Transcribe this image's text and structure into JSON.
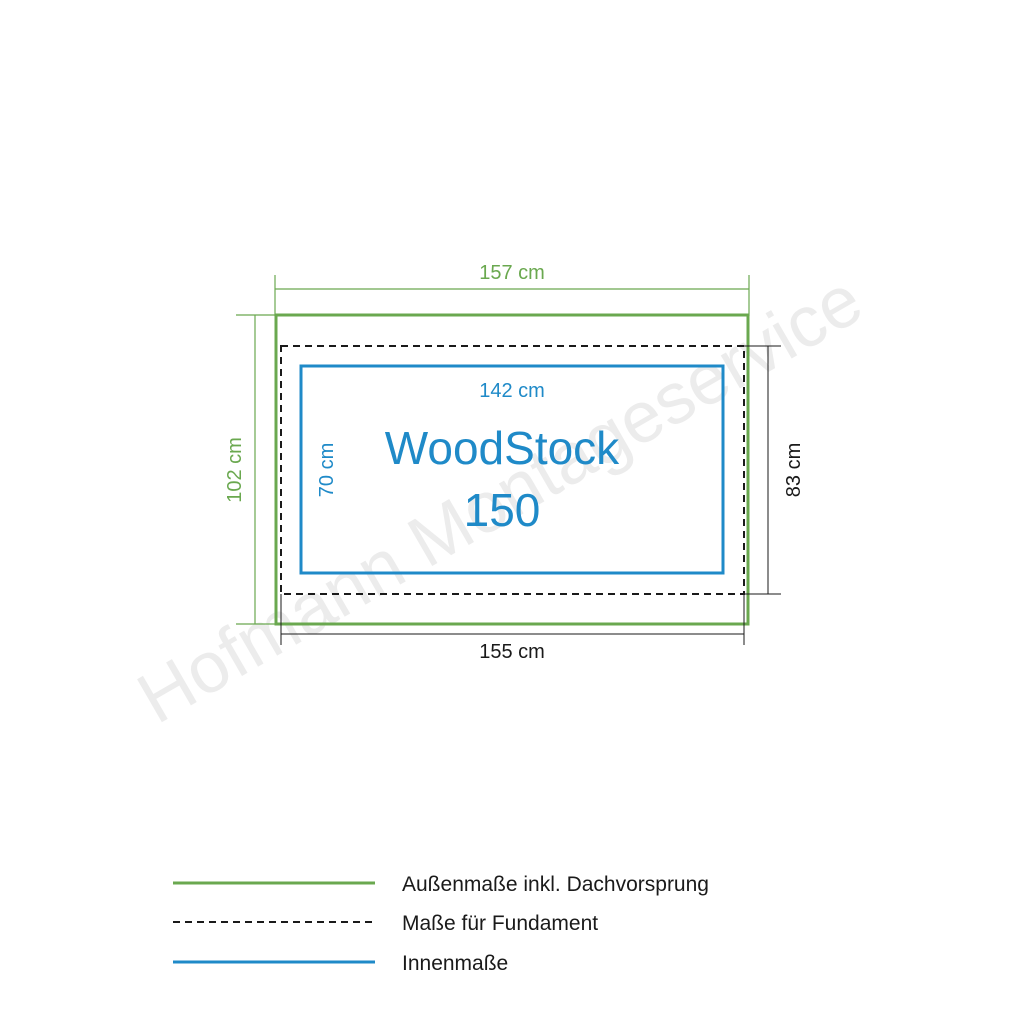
{
  "colors": {
    "outer": "#6aa84f",
    "foundation": "#1a1a1a",
    "inner": "#1f8ac8",
    "text_dark": "#1a1a1a",
    "watermark": "#ececec"
  },
  "outer": {
    "width_label": "157 cm",
    "depth_label": "102 cm"
  },
  "foundation": {
    "width_label": "155 cm",
    "depth_label": "83 cm"
  },
  "inner": {
    "width_label": "142 cm",
    "depth_label": "70 cm"
  },
  "product": {
    "name": "WoodStock",
    "model": "150"
  },
  "legend": {
    "items": [
      {
        "label": "Außenmaße inkl. Dachvorsprung",
        "style": "outer"
      },
      {
        "label": "Maße für Fundament",
        "style": "foundation"
      },
      {
        "label": "Innenmaße",
        "style": "inner"
      }
    ]
  },
  "watermark": {
    "text": "Hofmann Montageservice"
  }
}
